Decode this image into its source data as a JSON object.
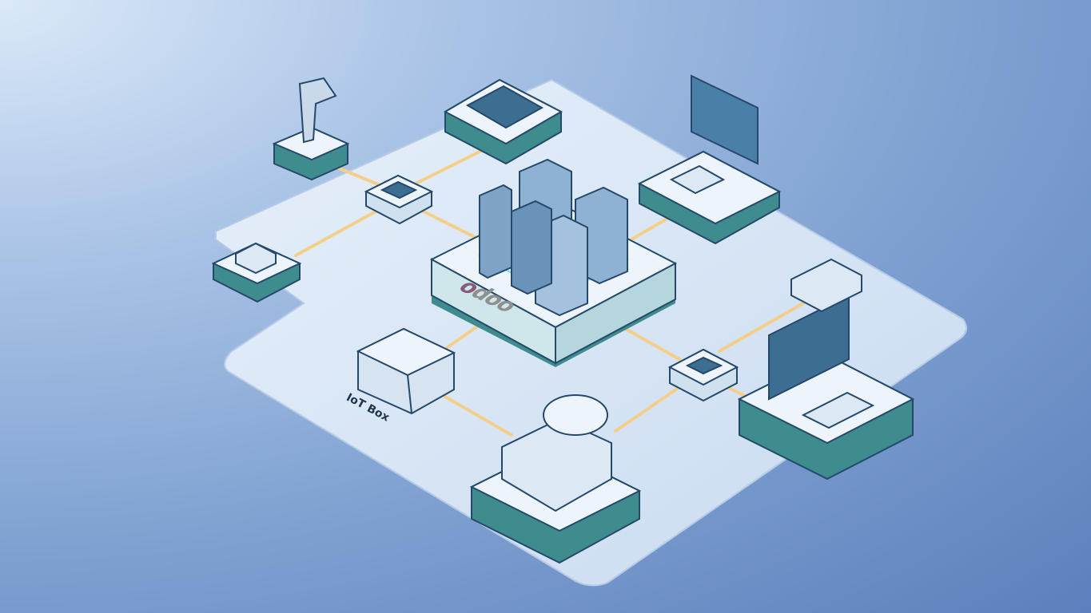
{
  "diagram": {
    "title_logo": {
      "first": "o",
      "rest": "doo"
    },
    "iot_box_label": "IoT Box",
    "nodes": [
      {
        "id": "odoo-server",
        "type": "server-cluster"
      },
      {
        "id": "barcode-scanner",
        "type": "scanner"
      },
      {
        "id": "tablet",
        "type": "tablet"
      },
      {
        "id": "desktop-top",
        "type": "monitor"
      },
      {
        "id": "wifi-hub-left",
        "type": "hub"
      },
      {
        "id": "hub-top",
        "type": "hub"
      },
      {
        "id": "iot-box",
        "type": "box"
      },
      {
        "id": "receipt-printer",
        "type": "printer"
      },
      {
        "id": "hub-right",
        "type": "hub"
      },
      {
        "id": "desktop-right",
        "type": "computer"
      },
      {
        "id": "device-right-top",
        "type": "box"
      }
    ],
    "colors": {
      "link": "#f3cf8a",
      "platform": "#dde9f6",
      "teal": "#3f8c8f",
      "glow": "#6fe0e6"
    }
  }
}
